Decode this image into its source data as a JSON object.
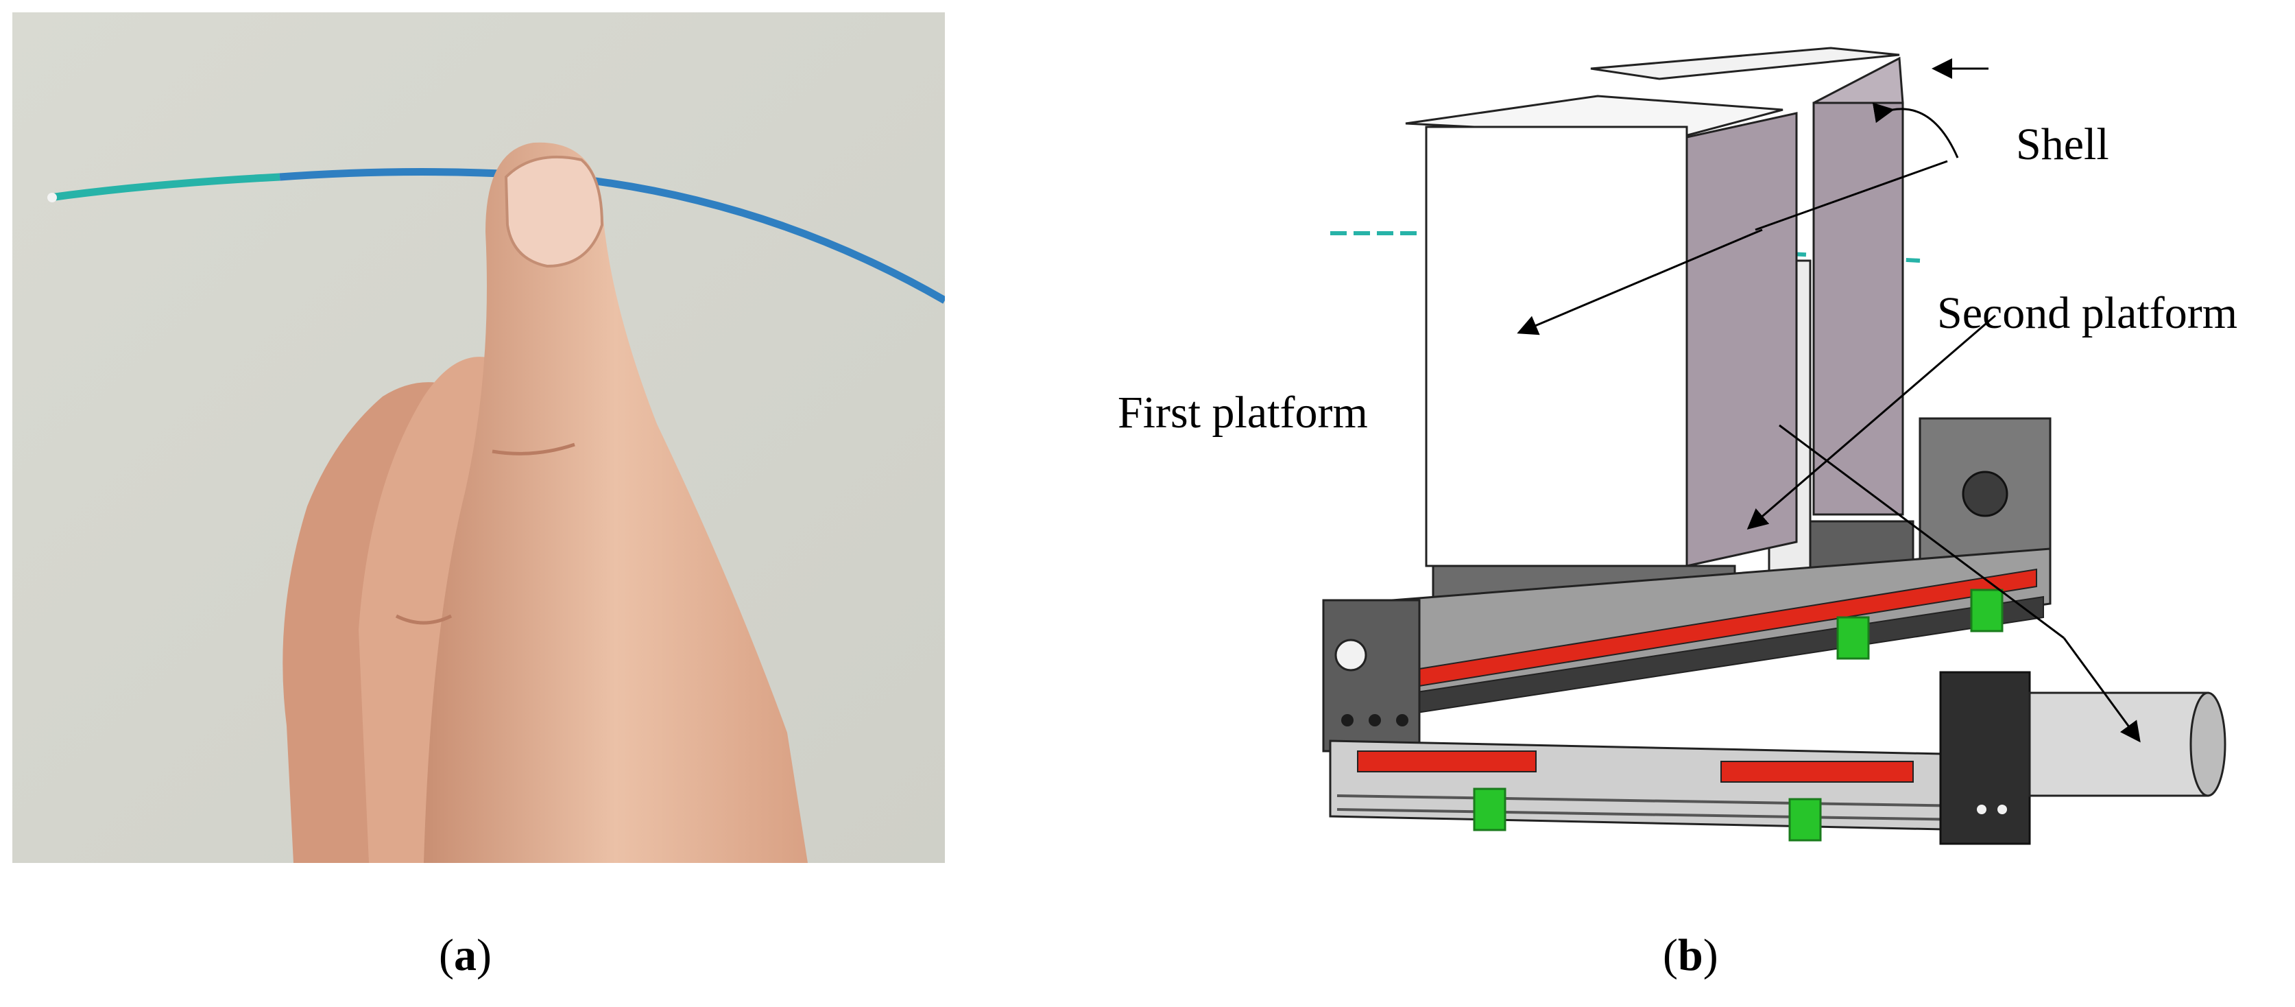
{
  "panel_a": {
    "caption_open": "(",
    "caption_letter": "a",
    "caption_close": ")"
  },
  "panel_b": {
    "caption_open": "(",
    "caption_letter": "b",
    "caption_close": ")",
    "labels": {
      "shell": "Shell",
      "second_platform": "Second platform",
      "first_platform": "First platform"
    }
  },
  "colors": {
    "wire_blue": "#2f7fc1",
    "wire_teal": "#27b3a8",
    "skin": "#e6b89b",
    "wall": "#d8d8d0",
    "shell_gray": "#a79aa6",
    "rail_red": "#e0281a",
    "clip_green": "#27c42a"
  }
}
